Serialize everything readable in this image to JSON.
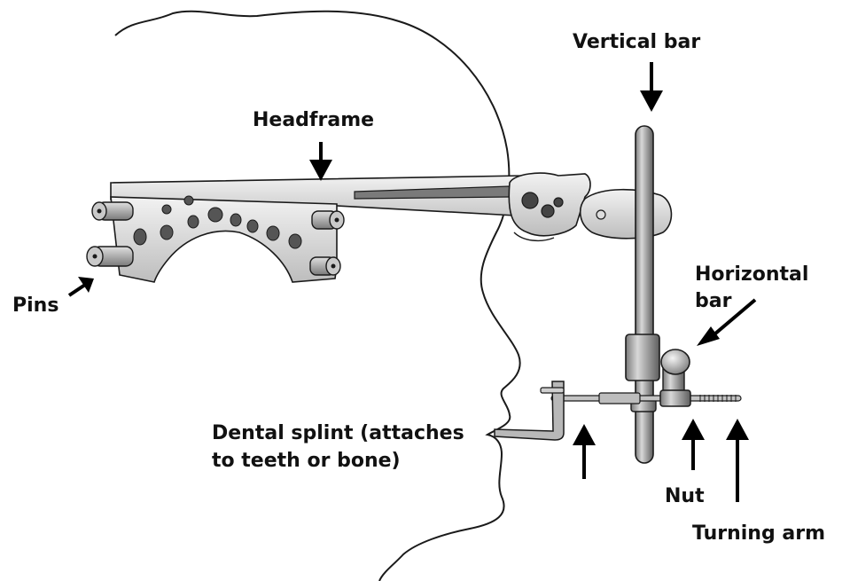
{
  "labels": {
    "vertical_bar": "Vertical bar",
    "headframe": "Headframe",
    "pins": "Pins",
    "horizontal_bar_line1": "Horizontal",
    "horizontal_bar_line2": "bar",
    "dental_splint_line1": "Dental splint (attaches",
    "dental_splint_line2": "to teeth or bone)",
    "nut": "Nut",
    "turning_arm": "Turning arm"
  },
  "colors": {
    "outline": "#1a1a1a",
    "metal_light": "#e6e6e6",
    "metal_mid": "#b5b5b5",
    "metal_dark": "#6e6e6e",
    "arrow": "#000000"
  }
}
